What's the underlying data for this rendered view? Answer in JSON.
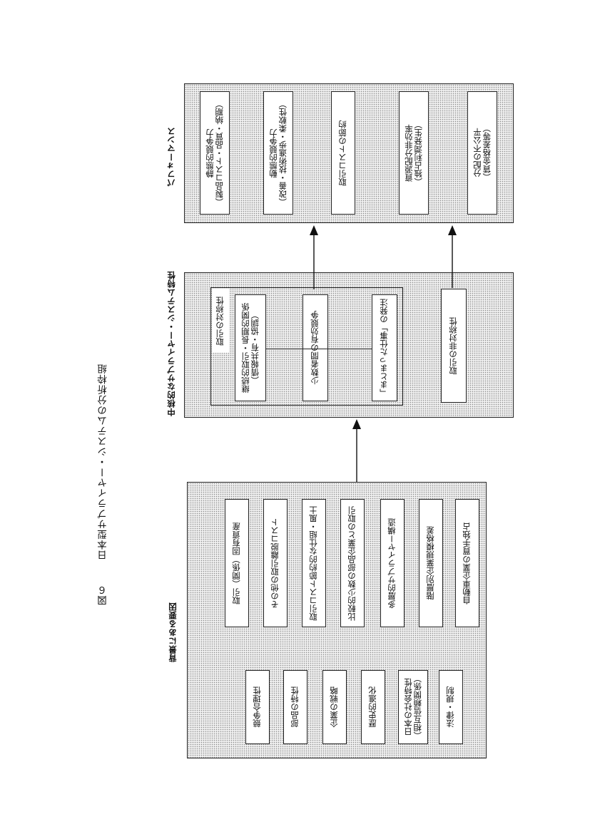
{
  "figure": {
    "label": "図６",
    "title": "日本型サプライヤー・システムの分析枠組"
  },
  "background": {
    "label": "背景にある要因",
    "left_factors": [
      "競争合理性",
      "部品の特性",
      "企業の戦略",
      "歴史的進化",
      "日本の社会特性\n（相互信頼関係）",
      "法律・規制"
    ],
    "right_factors": [
      "取引（関係）固有資産",
      "その他の取引離脱コスト",
      "取引コスト節約的な仕組・風土",
      "比較的少数の部品企業との取引",
      "多層的サプライヤー構造",
      "階層別企業規模格差",
      "自動車企業の買手独占"
    ]
  },
  "mid": {
    "label": "中核的なサプライヤー・システム特性",
    "group_label": "取引の対称性",
    "items": [
      "継続的取引・長期的関係\n（情報共有・協調）",
      "少数者間の有効競争",
      "「まとまった仕事」の発注"
    ],
    "asymmetry": "取引の非対称性"
  },
  "performance": {
    "label": "パフォーマンス",
    "items": [
      "静態的競争力\n（製品コスト・品質・納期）",
      "動態的競争力\n（改善・技術進歩・柔軟性）",
      "取引コストの節約",
      "資源配分非効率\n（独占利潤発生）",
      "分配の不公平\n（賃金格差等）"
    ]
  }
}
